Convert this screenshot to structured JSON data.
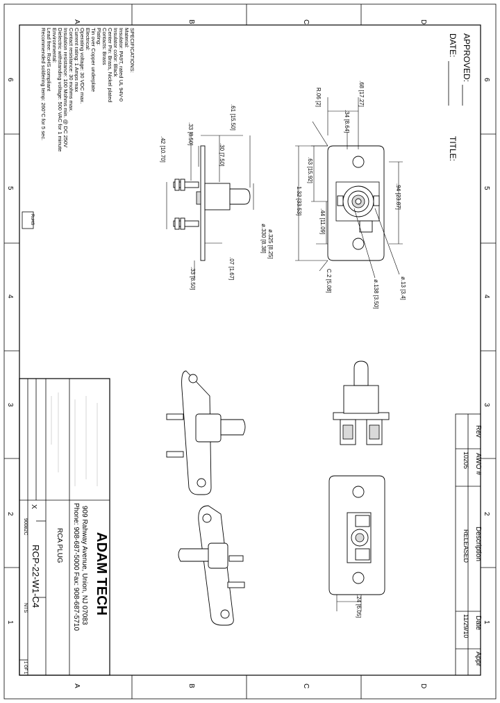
{
  "border": {
    "zones_top": [
      "D",
      "C",
      "B",
      "A"
    ],
    "zones_side": [
      "6",
      "5",
      "4",
      "3",
      "2",
      "1"
    ]
  },
  "approval": {
    "approved_label": "APPROVED:",
    "date_label": "DATE:",
    "title_label": "TITLE:"
  },
  "specs": {
    "heading": "SPECIFICATIONS:",
    "lines": [
      "Material:",
      "Insulator: PA9T, rated UL 94V-0",
      "Insulator color: Black",
      "Center Pin: Brass, Nickel plated",
      "Contacts: Brass",
      "Plating:",
      "Tin over Copper underplate",
      "Electrical:",
      "Operating voltage: 30 VDC max.",
      "Current rating: 1 Amps max",
      "Contact resistance: 30 mohms max.",
      "Insulation resistance: 100 Mohms min. @ DC 250V",
      "Dielectric withstanding voltage: 500 VAC for 1 minute",
      "Environmental:",
      "Lead free: RoHS compliant",
      "Recommended soldering temp: 260°C for 5 sec."
    ],
    "rohs_badge": "RoHS"
  },
  "dimensions": {
    "d_68": ".68 [17.27]",
    "r_06": "R.06 [2]",
    "d_34": ".34 [8.64]",
    "d_94": ".94 [23.87]",
    "d_13": "ø.13 [3.4]",
    "d_63": ".63 [15.92]",
    "d_132": "1.32 [33.53]",
    "d_44": ".44 [11.09]",
    "d_138": "ø.138 [3.50]",
    "d_c2": "C.2 [5.08]",
    "d_61": ".61 [15.50]",
    "d_33a": ".33 [8.50]",
    "d_30": ".30 [7.50]",
    "d_42": ".42 [10.70]",
    "d_325": "ø.325 [8.25]",
    "d_330": "ø.330 [8.38]",
    "d_07": ".07 [1.67]",
    "d_33b": ".33 [8.50]",
    "d_24": ".24 [6.05]"
  },
  "revision": {
    "headers": [
      "Rev",
      "AWO #",
      "Description",
      "Date",
      "Appr"
    ],
    "row": [
      "",
      "10205",
      "RELEASED",
      "11/29/10",
      ""
    ]
  },
  "title_block": {
    "company": "ADAM TECH",
    "address": "909 Rahway Avenue, Union, NJ 07083",
    "phone": "Phone: 908-687-5000 Fax: 908-687-5710",
    "part_title": "RCA PLUG",
    "part_number": "RCP-22-W1-C4",
    "scale": "NTS",
    "doc_code": "90082C",
    "sheet_label": "1 OF 1",
    "size_label": "X"
  }
}
